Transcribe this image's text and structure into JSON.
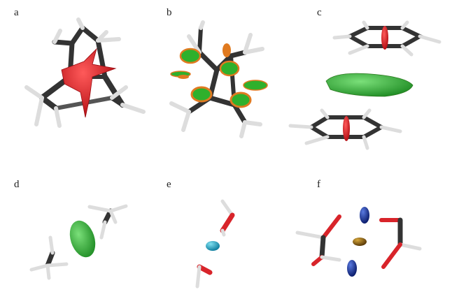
{
  "panels": [
    {
      "id": "a",
      "label": "a"
    },
    {
      "id": "b",
      "label": "b"
    },
    {
      "id": "c",
      "label": "c"
    },
    {
      "id": "d",
      "label": "d"
    },
    {
      "id": "e",
      "label": "e"
    },
    {
      "id": "f",
      "label": "f"
    }
  ],
  "colors": {
    "carbon": "#3a3a3a",
    "hydrogen": "#e8e8e8",
    "oxygen": "#d8242a",
    "strong_repulsion": "#e8141c",
    "weak_vdw": "#3fb83a",
    "mixed": "#e07a20",
    "hbond": "#1fa6c8",
    "strong_attraction": "#1c3ca8",
    "ring_center": "#8a6a1a"
  }
}
